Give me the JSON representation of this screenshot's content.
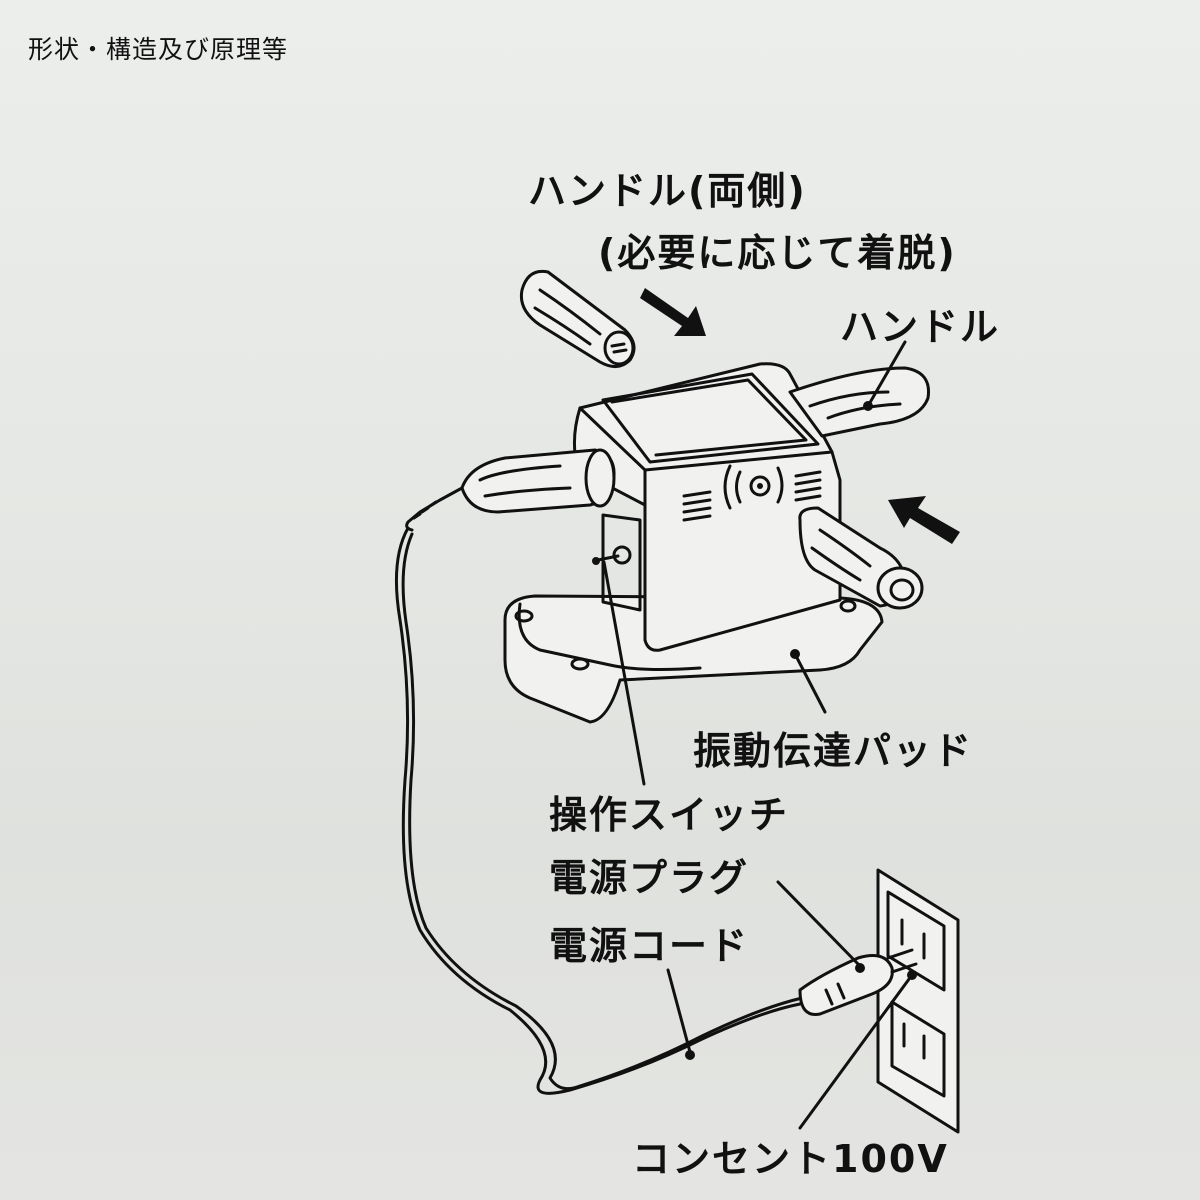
{
  "heading": "形状・構造及び原理等",
  "labels": {
    "handle_both_sides": "ハンドル(両側)",
    "handle_note": "(必要に応じて着脱)",
    "handle": "ハンドル",
    "vibration_pad": "振動伝達パッド",
    "operation_switch": "操作スイッチ",
    "power_plug": "電源プラグ",
    "power_cord": "電源コード",
    "outlet": "コンセント100V"
  },
  "colors": {
    "paper": "#e6e7e5",
    "ink": "#111111"
  }
}
